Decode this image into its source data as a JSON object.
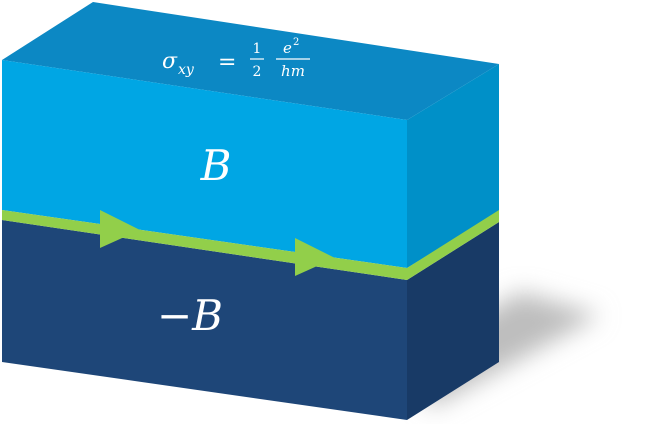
{
  "diagram": {
    "formula": {
      "sigma": "σ",
      "subscript": "xy",
      "equals": "=",
      "frac1_num": "1",
      "frac1_den": "2",
      "frac2_num": "e",
      "frac2_num_sup": "2",
      "frac2_den": "hm"
    },
    "top_label": "B",
    "bottom_label": "−B",
    "colors": {
      "top_face": "#0c88c4",
      "upper_front": "#00a6e4",
      "upper_side": "#0090c8",
      "lower_front": "#1e4678",
      "lower_side": "#183a66",
      "edge_channel": "#92cf4a",
      "shadow": "#bdbdbd"
    }
  }
}
